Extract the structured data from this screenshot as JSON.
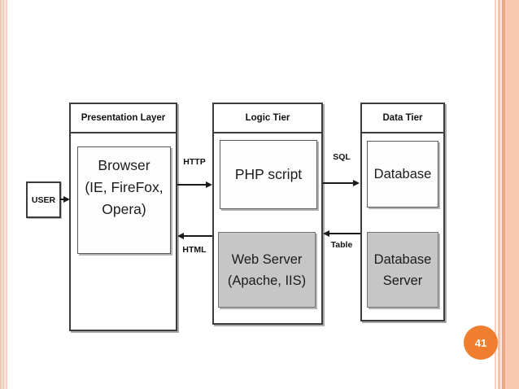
{
  "slide": {
    "page_number": "41"
  },
  "colors": {
    "accent_orange": "#f07e2f",
    "box_gray": "#c6c6c6",
    "edge_salmon": "#f8c8b1",
    "border_dark": "#3c3c3c"
  },
  "user": {
    "label": "USER"
  },
  "presentation": {
    "header": "Presentation Layer",
    "browser": {
      "line1": "Browser",
      "line2": "(IE, FireFox,",
      "line3": "Opera)"
    }
  },
  "logic": {
    "header": "Logic Tier",
    "php": {
      "line1": "PHP script"
    },
    "webserver": {
      "line1": "Web Server",
      "line2": "(Apache, IIS)"
    }
  },
  "data_tier": {
    "header": "Data Tier",
    "database": {
      "line1": "Database"
    },
    "dbserver": {
      "line1": "Database",
      "line2": "Server"
    }
  },
  "flows": {
    "http": "HTTP",
    "html": "HTML",
    "sql": "SQL",
    "table": "Table"
  }
}
